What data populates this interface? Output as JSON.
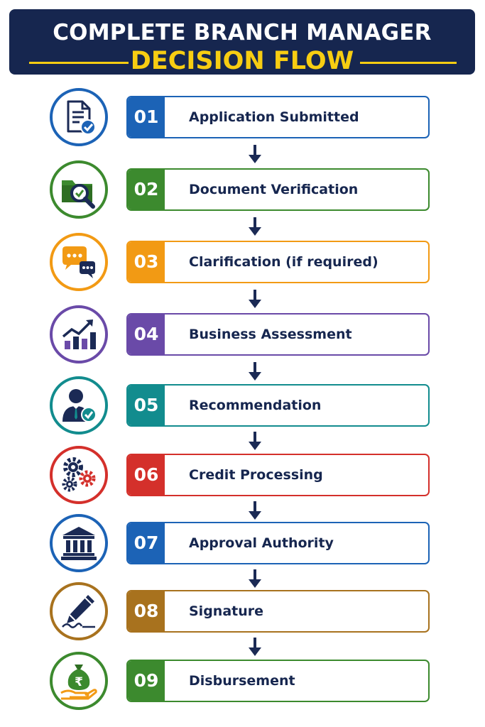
{
  "header": {
    "title_line1": "COMPLETE BRANCH MANAGER",
    "title_line2": "DECISION FLOW"
  },
  "colors": {
    "header_bg": "#16264f",
    "header_accent": "#f7cd12",
    "text_dark": "#16264f",
    "arrow": "#1b2a55"
  },
  "steps": [
    {
      "number": "01",
      "label": "Application Submitted",
      "icon": "document-check-icon",
      "color": "#1c63b6"
    },
    {
      "number": "02",
      "label": "Document Verification",
      "icon": "folder-magnifier-icon",
      "color": "#3c8a2e"
    },
    {
      "number": "03",
      "label": "Clarification (if required)",
      "icon": "chat-bubbles-icon",
      "color": "#f29a14"
    },
    {
      "number": "04",
      "label": "Business Assessment",
      "icon": "growth-chart-icon",
      "color": "#6a4aa8"
    },
    {
      "number": "05",
      "label": "Recommendation",
      "icon": "manager-approve-icon",
      "color": "#128c8e"
    },
    {
      "number": "06",
      "label": "Credit Processing",
      "icon": "gears-icon",
      "color": "#d4302b"
    },
    {
      "number": "07",
      "label": "Approval Authority",
      "icon": "bank-building-icon",
      "color": "#1c63b6"
    },
    {
      "number": "08",
      "label": "Signature",
      "icon": "pen-signature-icon",
      "color": "#a8721e"
    },
    {
      "number": "09",
      "label": "Disbursement",
      "icon": "money-bag-hand-icon",
      "color": "#3c8a2e"
    }
  ]
}
